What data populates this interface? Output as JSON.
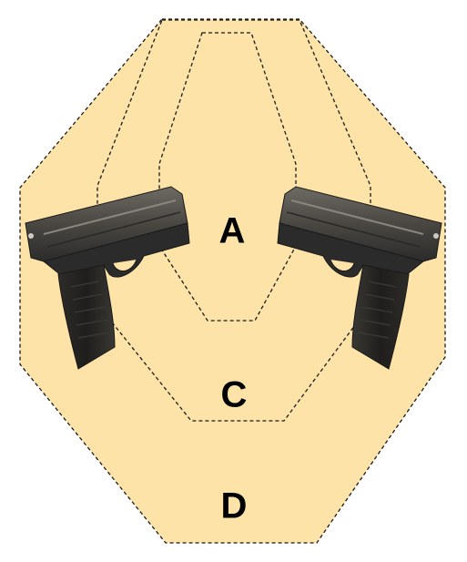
{
  "target": {
    "fill_color": "#FDE3A7",
    "outline_color": "#1a1a1a",
    "outline_style": "dashed",
    "zones": [
      {
        "id": "A",
        "label": "A"
      },
      {
        "id": "C",
        "label": "C"
      },
      {
        "id": "D",
        "label": "D"
      }
    ]
  },
  "decorations": {
    "left_icon": "pistol-icon",
    "right_icon": "pistol-icon",
    "pistol_colors": {
      "frame": "#2b2b2b",
      "slide": "#4a4742",
      "highlight": "#6e6a64",
      "grip": "#1f1e1c"
    }
  }
}
